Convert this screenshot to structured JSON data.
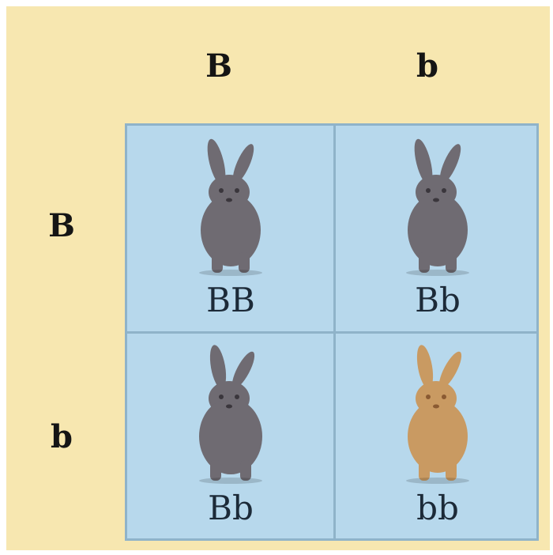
{
  "column_alleles": [
    "B",
    "b"
  ],
  "row_alleles": [
    "B",
    "b"
  ],
  "cells": [
    {
      "genotype": "BB",
      "rabbit_icon": "gray-rabbit-icon",
      "fur_color": "#6f6b72"
    },
    {
      "genotype": "Bb",
      "rabbit_icon": "gray-rabbit-icon",
      "fur_color": "#6f6b72"
    },
    {
      "genotype": "Bb",
      "rabbit_icon": "gray-rabbit-icon",
      "fur_color": "#6f6b72"
    },
    {
      "genotype": "bb",
      "rabbit_icon": "tan-rabbit-icon",
      "fur_color": "#c99a62"
    }
  ],
  "colors": {
    "background": "#f7e7b0",
    "grid_fill": "#b7d8ec",
    "grid_border": "#8fb3c9"
  }
}
